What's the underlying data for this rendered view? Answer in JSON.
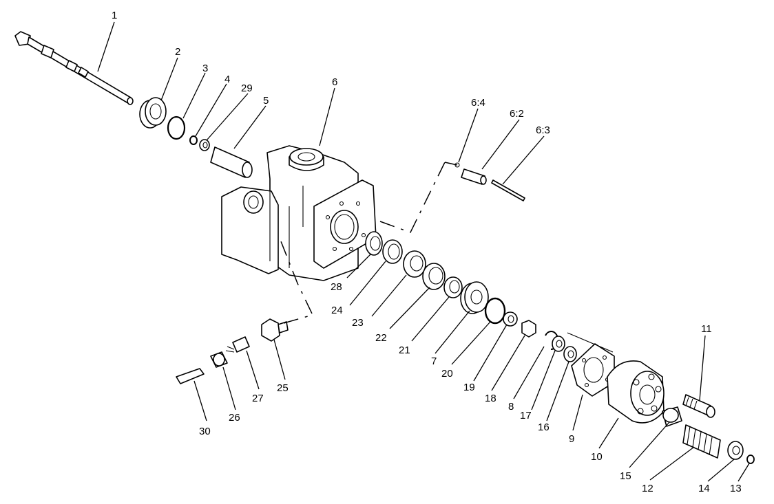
{
  "callouts": {
    "c1": "1",
    "c2": "2",
    "c3": "3",
    "c4": "4",
    "c29": "29",
    "c5": "5",
    "c6": "6",
    "c6_4": "6:4",
    "c6_2": "6:2",
    "c6_3": "6:3",
    "c28": "28",
    "c24": "24",
    "c23": "23",
    "c22": "22",
    "c21": "21",
    "c7": "7",
    "c20": "20",
    "c19": "19",
    "c18": "18",
    "c8": "8",
    "c17": "17",
    "c16": "16",
    "c9": "9",
    "c10": "10",
    "c11": "11",
    "c15": "15",
    "c12": "12",
    "c14": "14",
    "c13": "13",
    "c25": "25",
    "c27": "27",
    "c26": "26",
    "c30": "30"
  }
}
